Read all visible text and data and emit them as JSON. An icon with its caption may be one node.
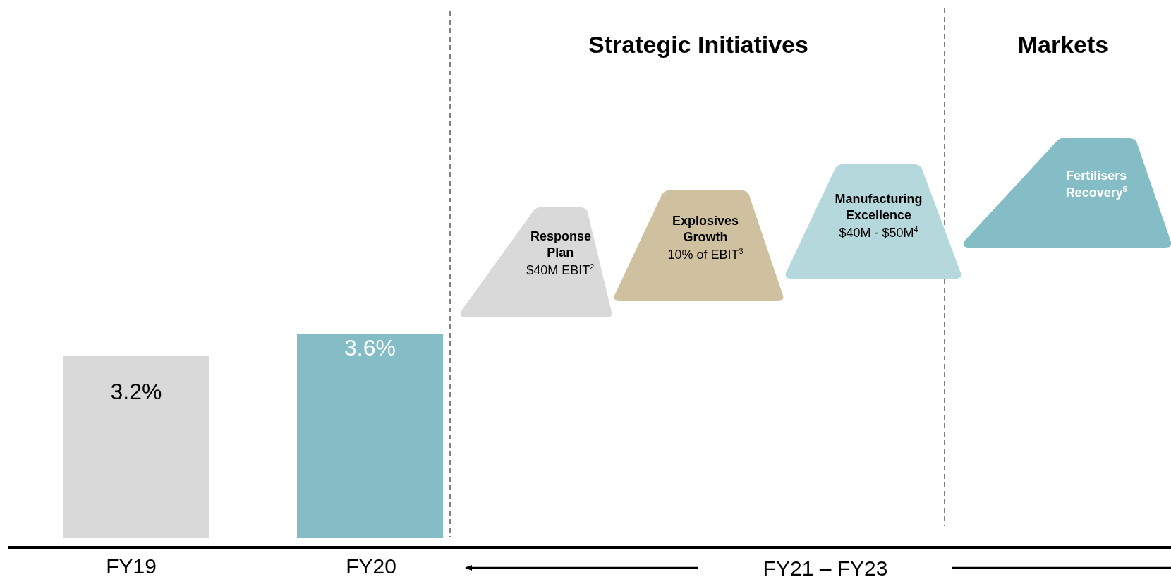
{
  "diagram": {
    "nodes": [
      {
        "text": [
          "3.2%"
        ]
      },
      {
        "text": [
          "3.6%"
        ]
      },
      {
        "text": [
          "Response Plan",
          "$40M EBIT$^{2}$"
        ]
      },
      {
        "text": [
          "Explosives Growth",
          "10% of EBIT$^{3}$"
        ]
      },
      {
        "text": [
          "Manufacturing Excellence",
          "$40M - $50M$^{4}$"
        ]
      },
      {
        "text": [
          "Fertilisers Recovery$^{5}$"
        ]
      },
      {
        "text": [
          "FY21 – FY23"
        ]
      }
    ],
    "edges": [
      {
        "from": 6,
        "to": null,
        "arrow": "to"
      },
      {
        "from": 6,
        "to": null,
        "arrow": "none"
      }
    ],
    "labels": [
      "Strategic Initiatives",
      "Markets",
      "FY19",
      "FY20"
    ]
  }
}
